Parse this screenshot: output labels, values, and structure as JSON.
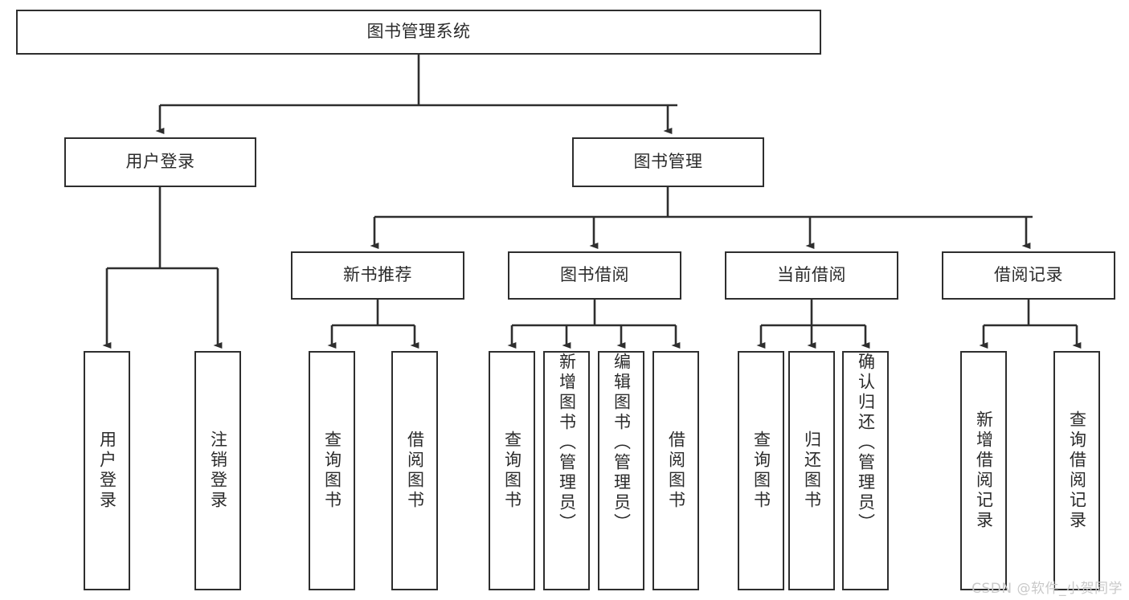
{
  "diagram": {
    "type": "tree",
    "title": "图书管理系统",
    "root": {
      "id": "root",
      "label": "图书管理系统",
      "orientation": "horizontal"
    },
    "level1": [
      {
        "id": "user-login",
        "label": "用户登录",
        "orientation": "horizontal"
      },
      {
        "id": "book-manage",
        "label": "图书管理",
        "orientation": "horizontal"
      }
    ],
    "level2": [
      {
        "id": "new-book-recommend",
        "label": "新书推荐",
        "parent": "book-manage",
        "orientation": "horizontal"
      },
      {
        "id": "book-borrow",
        "label": "图书借阅",
        "parent": "book-manage",
        "orientation": "horizontal"
      },
      {
        "id": "current-borrow",
        "label": "当前借阅",
        "parent": "book-manage",
        "orientation": "horizontal"
      },
      {
        "id": "borrow-record",
        "label": "借阅记录",
        "parent": "book-manage",
        "orientation": "horizontal"
      }
    ],
    "leaves": [
      {
        "id": "leaf-user-login",
        "label": "用户登录",
        "parent": "user-login",
        "orientation": "vertical"
      },
      {
        "id": "leaf-logout",
        "label": "注销登录",
        "parent": "user-login",
        "orientation": "vertical"
      },
      {
        "id": "leaf-query-book-1",
        "label": "查询图书",
        "parent": "new-book-recommend",
        "orientation": "vertical"
      },
      {
        "id": "leaf-borrow-book-1",
        "label": "借阅图书",
        "parent": "new-book-recommend",
        "orientation": "vertical"
      },
      {
        "id": "leaf-query-book-2",
        "label": "查询图书",
        "parent": "book-borrow",
        "orientation": "vertical"
      },
      {
        "id": "leaf-add-book",
        "label": "新增图书（管理员）",
        "parent": "book-borrow",
        "orientation": "vertical"
      },
      {
        "id": "leaf-edit-book",
        "label": "编辑图书（管理员）",
        "parent": "book-borrow",
        "orientation": "vertical"
      },
      {
        "id": "leaf-borrow-book-2",
        "label": "借阅图书",
        "parent": "book-borrow",
        "orientation": "vertical"
      },
      {
        "id": "leaf-query-book-3",
        "label": "查询图书",
        "parent": "current-borrow",
        "orientation": "vertical"
      },
      {
        "id": "leaf-return-book",
        "label": "归还图书",
        "parent": "current-borrow",
        "orientation": "vertical"
      },
      {
        "id": "leaf-confirm-return",
        "label": "确认归还（管理员）",
        "parent": "current-borrow",
        "orientation": "vertical"
      },
      {
        "id": "leaf-add-record",
        "label": "新增借阅记录",
        "parent": "borrow-record",
        "orientation": "vertical"
      },
      {
        "id": "leaf-query-record",
        "label": "查询借阅记录",
        "parent": "borrow-record",
        "orientation": "vertical"
      }
    ],
    "colors": {
      "stroke": "#2e2e2e",
      "fill": "#ffffff",
      "text": "#2b2b2b",
      "watermark": "#c9c9c9"
    }
  },
  "watermark": {
    "text": "CSDN @软件_小贺同学"
  }
}
